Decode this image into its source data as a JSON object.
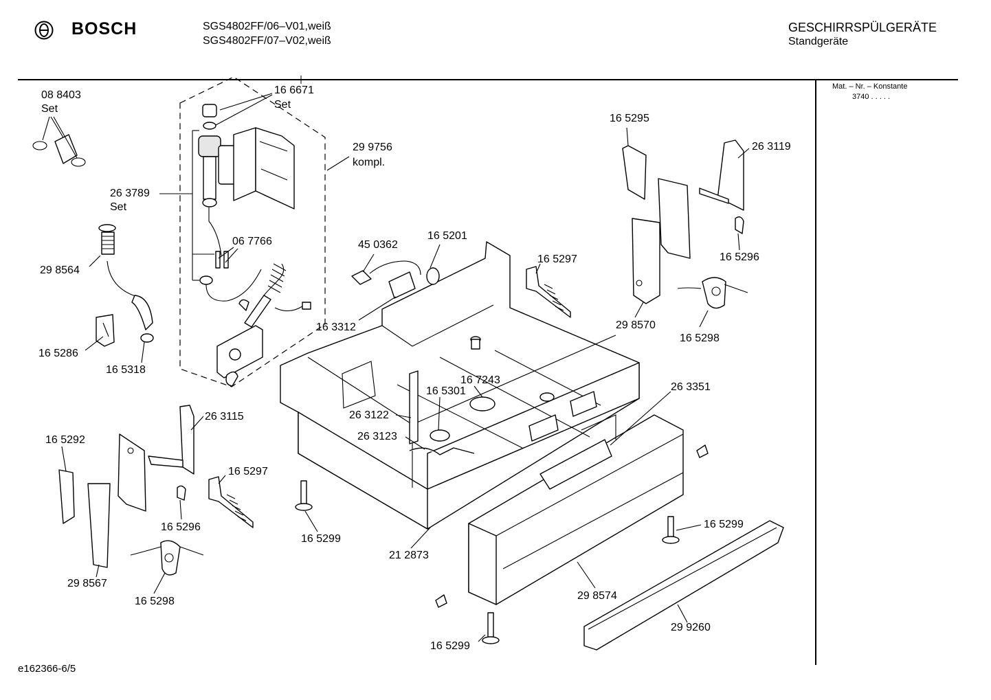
{
  "header": {
    "brand": "BOSCH",
    "model_line_1": "SGS4802FF/06–V01,weiß",
    "model_line_2": "SGS4802FF/07–V02,weiß",
    "category": "GESCHIRRSPÜLGERÄTE",
    "subcategory": "Standgeräte",
    "konstante_label": "Mat. – Nr. – Konstante",
    "konstante_value": "3740  .  .  .  .  ."
  },
  "footer": {
    "doc_id": "e162366-6/5"
  },
  "part_labels": [
    {
      "id": "l1",
      "text": "08 8403"
    },
    {
      "id": "l1b",
      "text": "Set"
    },
    {
      "id": "l2",
      "text": "16 6671"
    },
    {
      "id": "l2b",
      "text": "Set"
    },
    {
      "id": "l3",
      "text": "29 9756"
    },
    {
      "id": "l3b",
      "text": "kompl."
    },
    {
      "id": "l4",
      "text": "26 3789"
    },
    {
      "id": "l4b",
      "text": "Set"
    },
    {
      "id": "l5",
      "text": "06 7766"
    },
    {
      "id": "l6",
      "text": "29 8564"
    },
    {
      "id": "l7",
      "text": "16 5286"
    },
    {
      "id": "l8",
      "text": "16 5318"
    },
    {
      "id": "l9",
      "text": "45 0362"
    },
    {
      "id": "l10",
      "text": "16 5201"
    },
    {
      "id": "l11",
      "text": "16 3312"
    },
    {
      "id": "l12",
      "text": "16 5297"
    },
    {
      "id": "l13",
      "text": "16 5295"
    },
    {
      "id": "l14",
      "text": "26 3119"
    },
    {
      "id": "l15",
      "text": "16 5296"
    },
    {
      "id": "l16",
      "text": "29 8570"
    },
    {
      "id": "l17",
      "text": "16 5298"
    },
    {
      "id": "l18",
      "text": "16 7243"
    },
    {
      "id": "l19",
      "text": "16 5301"
    },
    {
      "id": "l20",
      "text": "26 3122"
    },
    {
      "id": "l21",
      "text": "26 3123"
    },
    {
      "id": "l22",
      "text": "26 3351"
    },
    {
      "id": "l23",
      "text": "26 3115"
    },
    {
      "id": "l24",
      "text": "16 5292"
    },
    {
      "id": "l25",
      "text": "16 5297"
    },
    {
      "id": "l26",
      "text": "16 5296"
    },
    {
      "id": "l27",
      "text": "29 8567"
    },
    {
      "id": "l28",
      "text": "16 5298"
    },
    {
      "id": "l29",
      "text": "16 5299"
    },
    {
      "id": "l30",
      "text": "21 2873"
    },
    {
      "id": "l31",
      "text": "16 5299"
    },
    {
      "id": "l32",
      "text": "29 8574"
    },
    {
      "id": "l33",
      "text": "29 9260"
    },
    {
      "id": "l34",
      "text": "16 5299"
    }
  ]
}
